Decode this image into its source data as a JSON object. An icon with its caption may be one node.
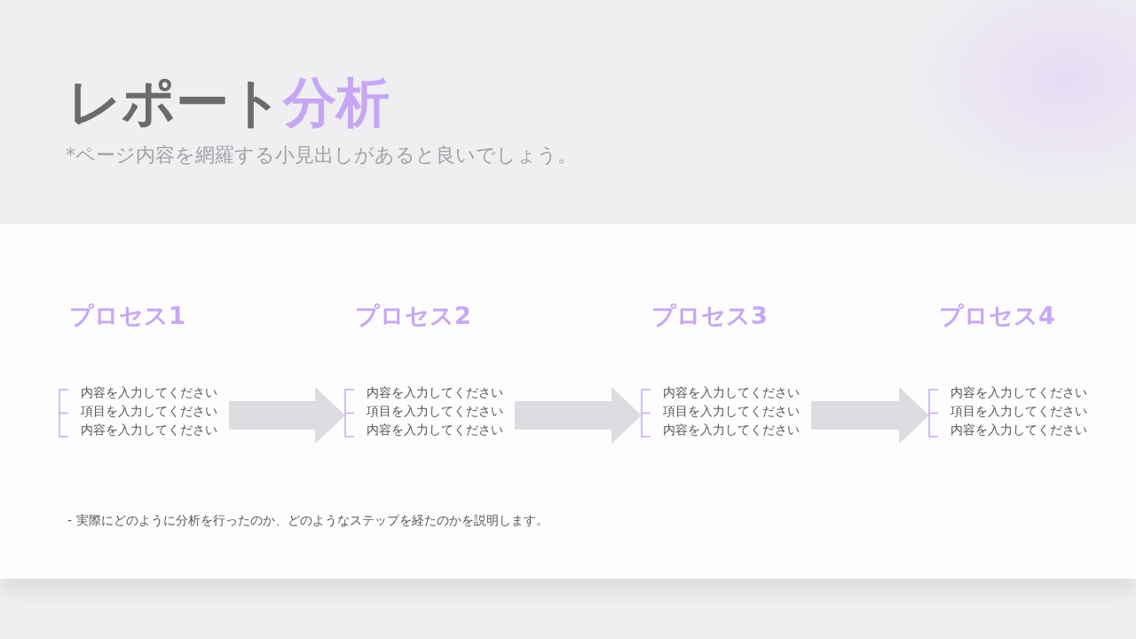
{
  "diagram": {
    "title": "レポート**分析**",
    "nodes": [
      {
        "text": [
          "プロセス1",
          "内容を入力してください",
          "項目を入力してください",
          "内容を入力してください"
        ]
      },
      {
        "text": [
          "プロセス2",
          "内容を入力してください",
          "項目を入力してください",
          "内容を入力してください"
        ]
      },
      {
        "text": [
          "プロセス3",
          "内容を入力してください",
          "項目を入力してください",
          "内容を入力してください"
        ]
      },
      {
        "text": [
          "プロセス4",
          "内容を入力してください",
          "項目を入力してください",
          "内容を入力してください"
        ]
      }
    ],
    "edges": [
      {
        "from": 0,
        "to": 1,
        "arrow": "to"
      },
      {
        "from": 1,
        "to": 2,
        "arrow": "to"
      },
      {
        "from": 2,
        "to": 3,
        "arrow": "to"
      }
    ],
    "labels": [
      "*ページ内容を網羅する小見出しがあると良いでしょう。",
      "- 実際にどのように分析を行ったのか、どのようなステップを経たのかを説明します。"
    ]
  }
}
